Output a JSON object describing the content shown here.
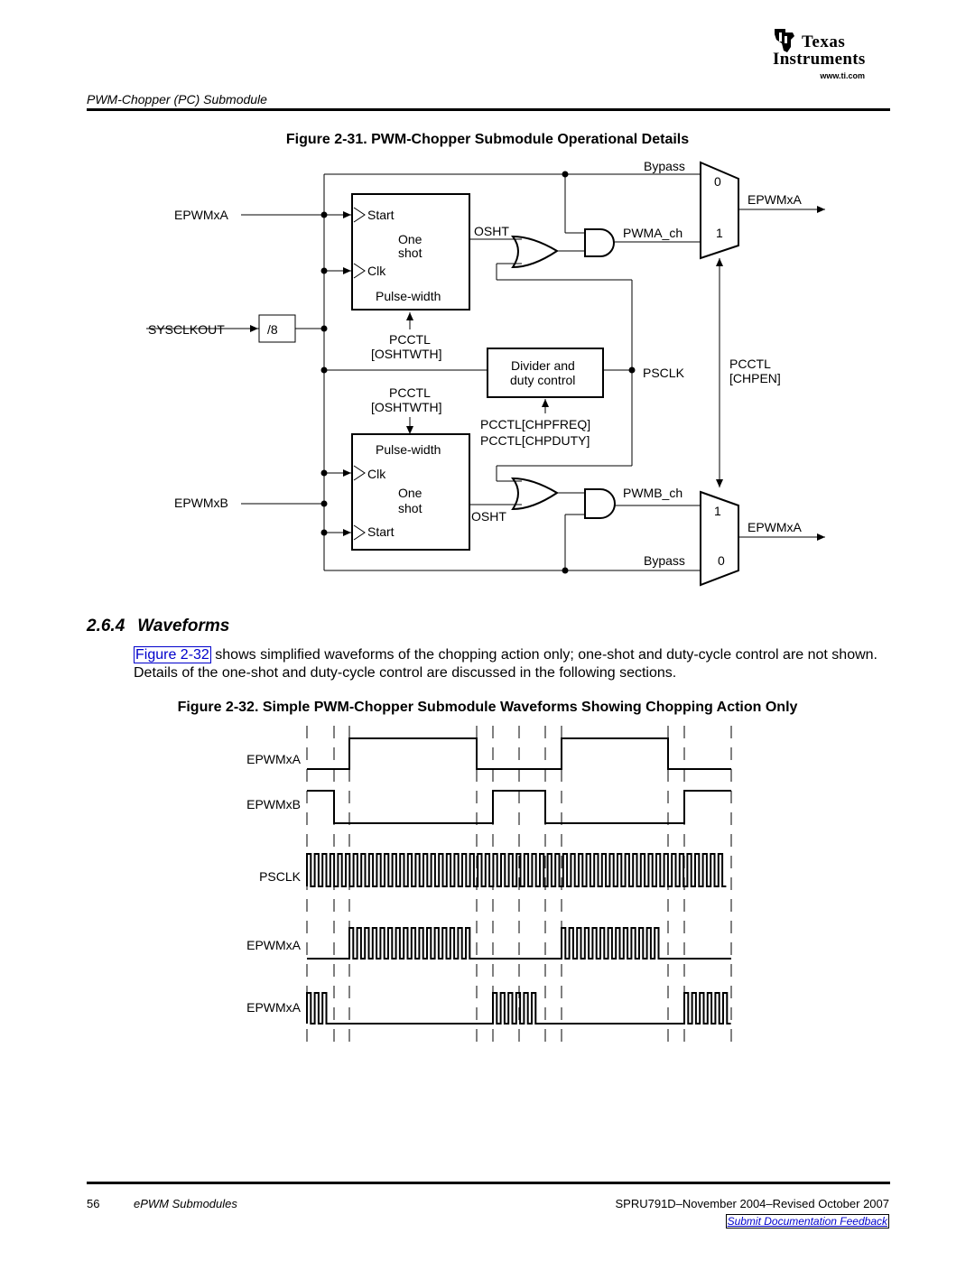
{
  "header": {
    "logo_line1": "Texas",
    "logo_line2": "Instruments",
    "logo_url": "www.ti.com",
    "section": "PWM-Chopper (PC) Submodule"
  },
  "figure1": {
    "caption": "Figure 2-31. PWM-Chopper Submodule Operational Details",
    "labels": {
      "bypass_top": "Bypass",
      "mux_top_0": "0",
      "mux_top_1": "1",
      "epwmxa_out_top": "EPWMxA",
      "epwmxa_in": "EPWMxA",
      "start_top": "Start",
      "one_top": "One",
      "shot_top": "shot",
      "clk_top": "Clk",
      "pulse_width_top": "Pulse-width",
      "osht_top": "OSHT",
      "pwma_ch": "PWMA_ch",
      "sysclkout": "SYSCLKOUT",
      "div8": "/8",
      "pcctl_top": "PCCTL",
      "oshtwth_top": "[OSHTWTH]",
      "divider_line1": "Divider and",
      "divider_line2": "duty control",
      "psclk": "PSCLK",
      "pcctl_chpen1": "PCCTL",
      "pcctl_chpen2": "[CHPEN]",
      "pcctl_bottom": "PCCTL",
      "oshtwth_bottom": "[OSHTWTH]",
      "chpfreq": "PCCTL[CHPFREQ]",
      "chpduty": "PCCTL[CHPDUTY]",
      "pulse_width_bottom": "Pulse-width",
      "clk_bottom": "Clk",
      "one_bottom": "One",
      "shot_bottom": "shot",
      "start_bottom": "Start",
      "epwmxb_in": "EPWMxB",
      "osht_bottom": "OSHT",
      "pwmb_ch": "PWMB_ch",
      "mux_bot_1": "1",
      "mux_bot_0": "0",
      "epwmxa_out_bottom": "EPWMxA",
      "bypass_bottom": "Bypass"
    }
  },
  "section": {
    "number": "2.6.4",
    "title": "Waveforms",
    "link_text": "Figure 2-32",
    "body": " shows simplified waveforms of the chopping action only; one-shot and duty-cycle control are not shown. Details of the one-shot and duty-cycle control are discussed in the following sections."
  },
  "figure2": {
    "caption": "Figure 2-32. Simple PWM-Chopper Submodule Waveforms Showing Chopping Action Only",
    "signals": [
      "EPWMxA",
      "EPWMxB",
      "PSCLK",
      "EPWMxA",
      "EPWMxA"
    ]
  },
  "footer": {
    "page_number": "56",
    "section_name": "ePWM Submodules",
    "doc_id": "SPRU791D–November 2004–Revised October 2007",
    "feedback_link": "Submit Documentation Feedback"
  }
}
